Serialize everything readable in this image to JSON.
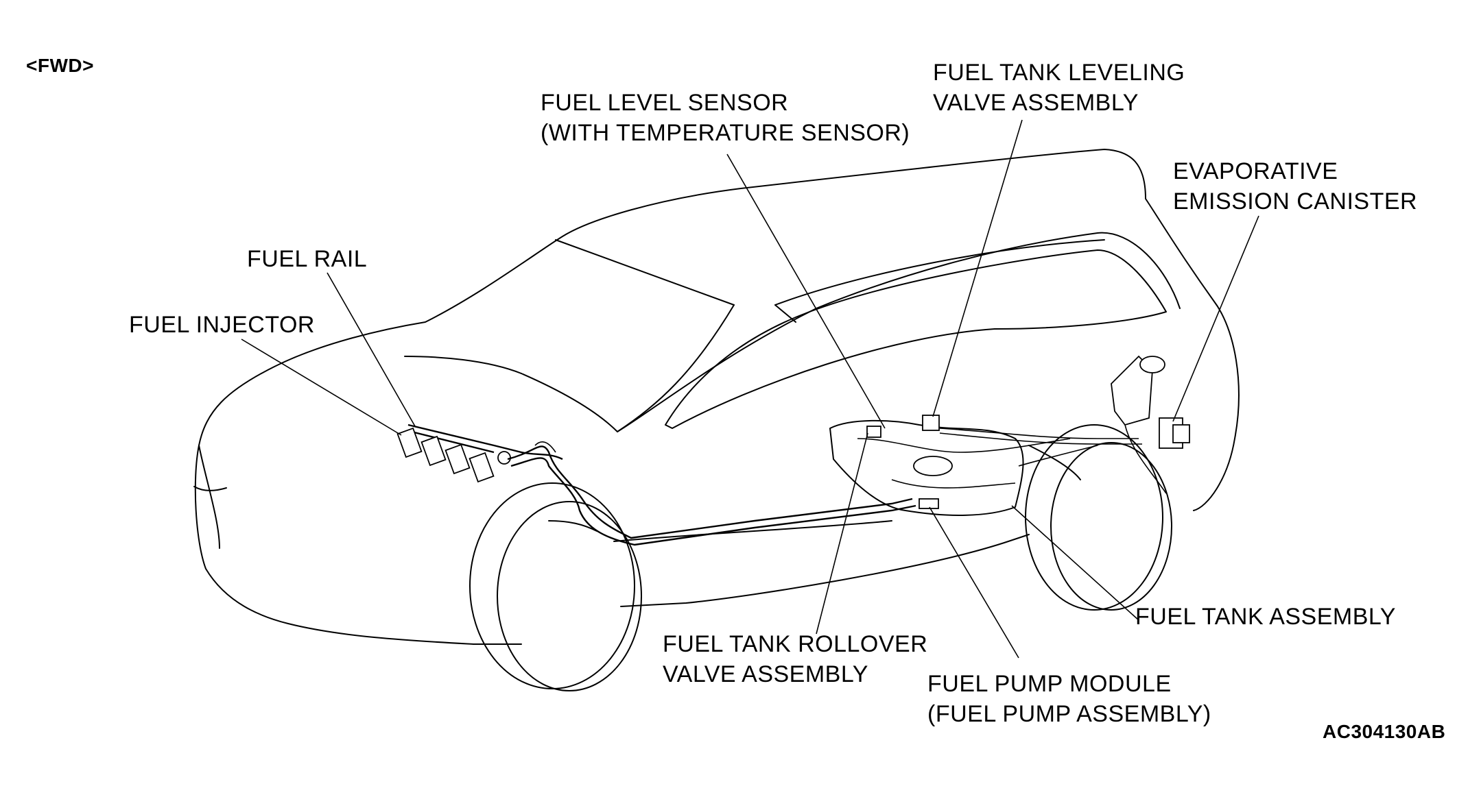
{
  "header": {
    "variant": "<FWD>"
  },
  "labels": {
    "fuel_injector": "FUEL INJECTOR",
    "fuel_rail": "FUEL RAIL",
    "fuel_level_sensor": [
      "FUEL LEVEL SENSOR",
      "(WITH TEMPERATURE SENSOR)"
    ],
    "fuel_tank_leveling_valve": [
      "FUEL TANK LEVELING",
      "VALVE ASSEMBLY"
    ],
    "evaporative_canister": [
      "EVAPORATIVE",
      "EMISSION CANISTER"
    ],
    "fuel_tank_assembly": "FUEL TANK ASSEMBLY",
    "fuel_tank_rollover_valve": [
      "FUEL TANK ROLLOVER",
      "VALVE ASSEMBLY"
    ],
    "fuel_pump_module": [
      "FUEL PUMP MODULE",
      "(FUEL PUMP ASSEMBLY)"
    ]
  },
  "figure_code": "AC304130AB"
}
